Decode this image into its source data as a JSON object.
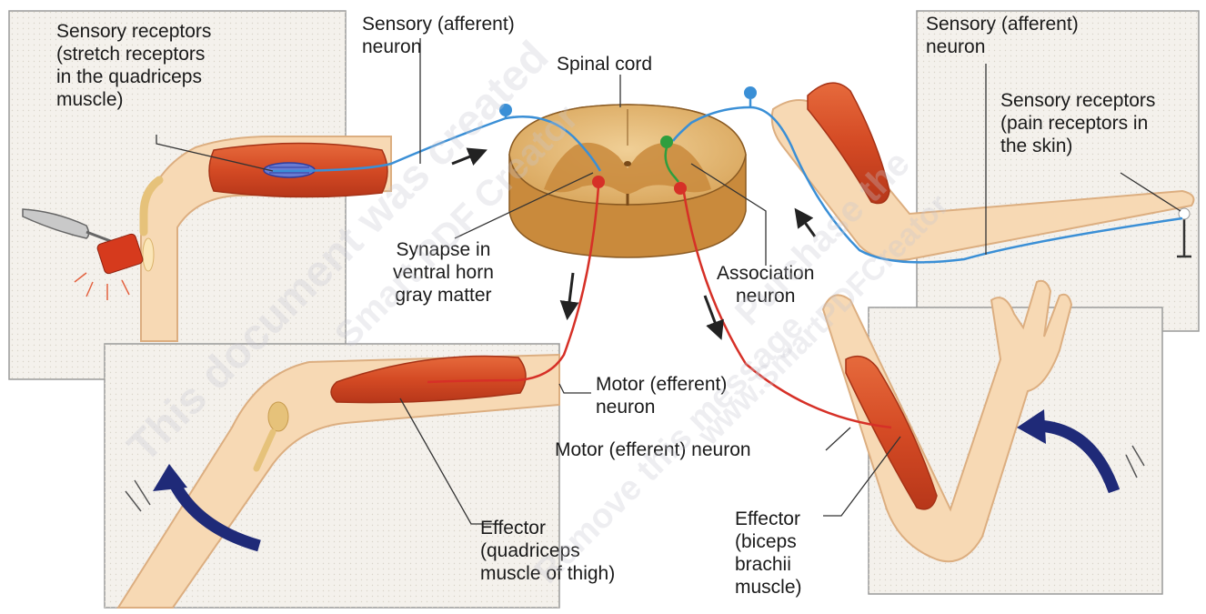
{
  "labels": {
    "left_sensory_receptors": "Sensory receptors\n(stretch receptors\nin the quadriceps\nmuscle)",
    "left_sensory_neuron": "Sensory (afferent)\nneuron",
    "spinal_cord": "Spinal cord",
    "right_sensory_neuron": "Sensory (afferent)\nneuron",
    "right_sensory_receptors": "Sensory receptors\n(pain receptors in\nthe skin)",
    "synapse": "Synapse in\nventral horn\ngray matter",
    "association_neuron": "Association\nneuron",
    "left_motor_neuron": "Motor (efferent)\nneuron",
    "right_motor_neuron": "Motor (efferent) neuron",
    "left_effector": "Effector\n(quadriceps\nmuscle of thigh)",
    "right_effector": "Effector\n(biceps\nbrachii\nmuscle)"
  },
  "watermark": {
    "line1": "This document was created",
    "line2": "Smart PDF Creator",
    "line3": "Purchase the",
    "line4": "Remove this message",
    "line5": "www.SmartPDFCreator"
  },
  "colors": {
    "panel_fill": "#f4f1ec",
    "panel_border": "#9a9a9a",
    "skin": "#f7d9b4",
    "skin_outline": "#dcae80",
    "muscle": "#d8532a",
    "muscle_dark": "#b7371a",
    "sensory_neuron": "#3a8fd6",
    "motor_neuron": "#d63027",
    "association_neuron": "#2e9e3e",
    "cord_white": "#e3b877",
    "cord_gray": "#c98a3c",
    "rotation_arrow": "#1f2a78"
  }
}
